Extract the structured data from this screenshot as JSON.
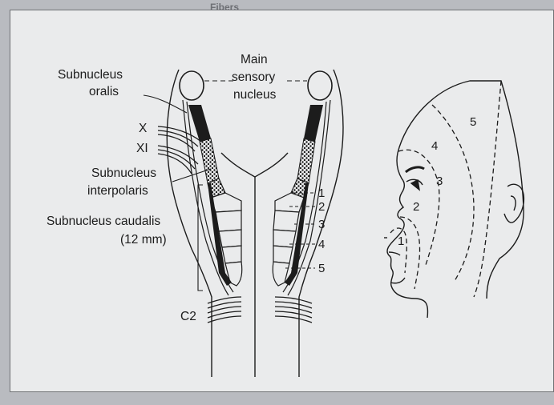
{
  "page_heading": "Fibers",
  "labels": {
    "subnucleus_oralis": [
      "Subnucleus",
      "oralis"
    ],
    "main_sensory_nucleus": [
      "Main",
      "sensory",
      "nucleus"
    ],
    "nerve_x": "X",
    "nerve_xi": "XI",
    "subnucleus_interpolaris": [
      "Subnucleus",
      "interpolaris"
    ],
    "subnucleus_caudalis": [
      "Subnucleus caudalis",
      "(12 mm)"
    ],
    "c2": "C2"
  },
  "spinal_levels": [
    "1",
    "2",
    "3",
    "4",
    "5"
  ],
  "face_zones": [
    "1",
    "2",
    "3",
    "4",
    "5"
  ],
  "colors": {
    "panel": "#eaebec",
    "background": "#b9bbc0",
    "ink": "#1c1c1c"
  }
}
